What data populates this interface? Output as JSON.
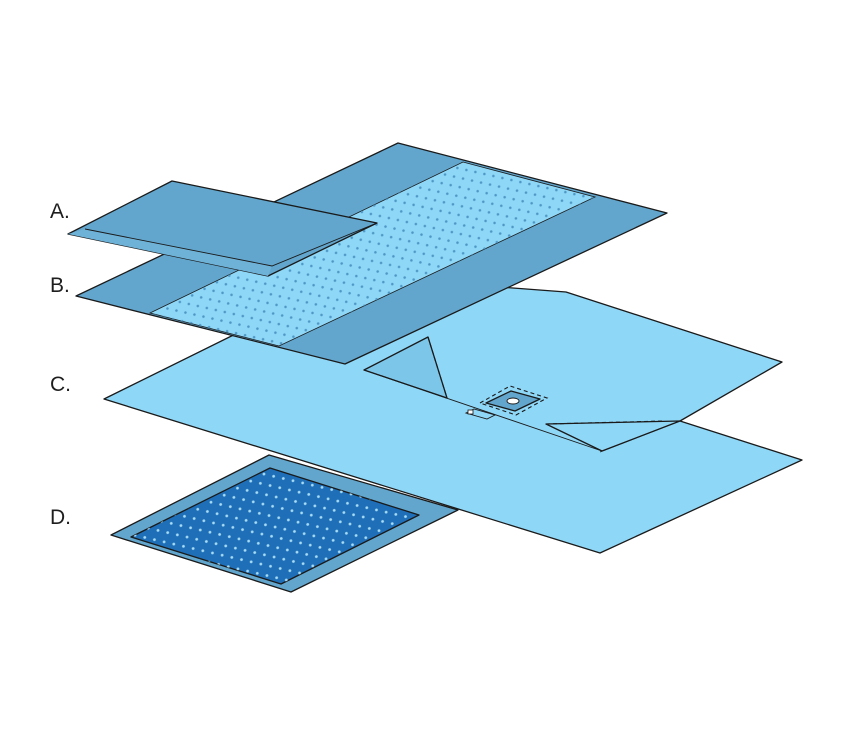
{
  "labels": {
    "a": "A.",
    "b": "B.",
    "c": "C.",
    "d": "D."
  },
  "colors": {
    "drape_dark": "#62a6cd",
    "drape_mid": "#78bfe0",
    "drape_light": "#8fd7f7",
    "pad_fill": "#1e6fb8",
    "pad_border": "#62a6cd",
    "perforation_light": "#4f98c6",
    "perforation_dark": "#9fd4f0",
    "outline": "#1a1a1a"
  }
}
